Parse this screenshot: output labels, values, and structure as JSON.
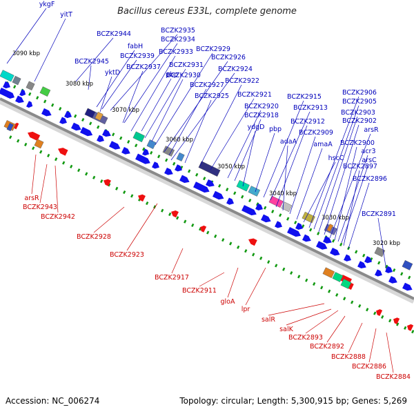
{
  "title": "Bacillus cereus E33L, complete genome",
  "accession": "Accession: NC_006274",
  "topology": "Topology: circular; Length: 5,300,915 bp; Genes: 5,269",
  "colors": {
    "backbone": "#909090",
    "forward_gene": "#1010ee",
    "reverse_gene": "#ee1010",
    "forward_label": "#0000bb",
    "reverse_label": "#cc0000",
    "rna": "#119911"
  },
  "kbp_labels": [
    "3090 kbp",
    "3080 kbp",
    "3070 kbp",
    "3060 kbp",
    "3050 kbp",
    "3040 kbp",
    "3030 kbp",
    "3020 kbp"
  ],
  "forward_labels": [
    "ykgF",
    "yitT",
    "BCZK2944",
    "fabH",
    "BCZK2945",
    "BCZK2939",
    "yktD",
    "BCZK2937",
    "BCZK2935",
    "BCZK2934",
    "BCZK2933",
    "pbp",
    "BCZK2931",
    "BCZK2930",
    "BCZK2929",
    "BCZK2926",
    "BCZK2927",
    "BCZK2924",
    "BCZK2925",
    "BCZK2922",
    "BCZK2921",
    "BCZK2920",
    "BCZK2918",
    "ydgD",
    "pbp",
    "BCZK2915",
    "BCZK2913",
    "BCZK2912",
    "adaA",
    "BCZK2909",
    "amaA",
    "hscC",
    "BCZK2906",
    "BCZK2905",
    "BCZK2903",
    "BCZK2902",
    "arsR",
    "BCZK2900",
    "acr3",
    "arsC",
    "BCZK2897",
    "BCZK2896",
    "BCZK2891"
  ],
  "reverse_labels": [
    "arsR",
    "BCZK2943",
    "BCZK2942",
    "BCZK2928",
    "BCZK2923",
    "BCZK2917",
    "BCZK2911",
    "gloA",
    "lpr",
    "salR",
    "salK",
    "BCZK2893",
    "BCZK2892",
    "BCZK2888",
    "BCZK2886",
    "BCZK2884"
  ]
}
